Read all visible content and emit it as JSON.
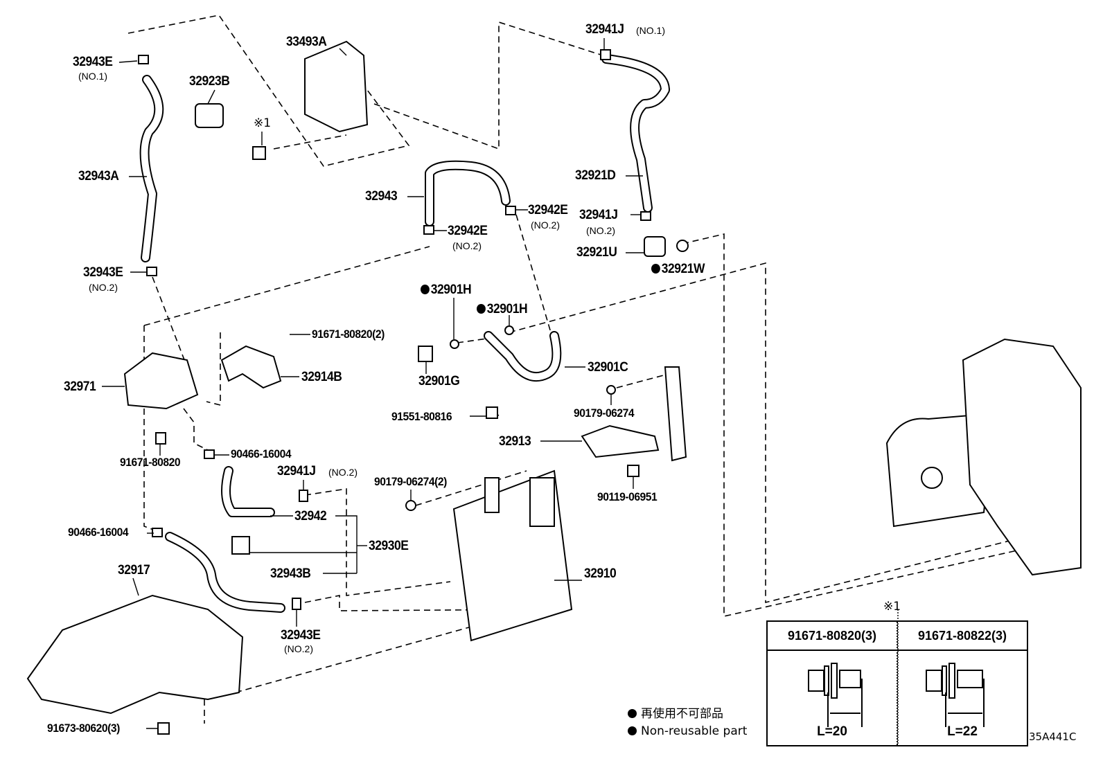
{
  "diagram": {
    "code": "35A441C",
    "labels": [
      {
        "part": "32943E",
        "note": "(NO.1)"
      },
      {
        "part": "33493A"
      },
      {
        "part": "32923B"
      },
      {
        "part": "※1"
      },
      {
        "part": "32941J",
        "note": "(NO.1)"
      },
      {
        "part": "32943A"
      },
      {
        "part": "32921D"
      },
      {
        "part": "32943"
      },
      {
        "part": "32942E",
        "note": "(NO.2)"
      },
      {
        "part": "32941J",
        "note": "(NO.2)"
      },
      {
        "part": "32942E",
        "note": "(NO.2)"
      },
      {
        "part": "32921U"
      },
      {
        "part": "32921W",
        "non_reusable": true
      },
      {
        "part": "32943E",
        "note": "(NO.2)"
      },
      {
        "part": "32901H",
        "non_reusable": true
      },
      {
        "part": "32901H",
        "non_reusable": true
      },
      {
        "part": "91671-80820(2)"
      },
      {
        "part": "32971"
      },
      {
        "part": "32914B"
      },
      {
        "part": "32901C"
      },
      {
        "part": "32901G"
      },
      {
        "part": "90179-06274"
      },
      {
        "part": "91551-80816"
      },
      {
        "part": "32913"
      },
      {
        "part": "90466-16004"
      },
      {
        "part": "91671-80820"
      },
      {
        "part": "32941J",
        "note": "(NO.2)"
      },
      {
        "part": "90179-06274(2)"
      },
      {
        "part": "90119-06951"
      },
      {
        "part": "32942"
      },
      {
        "part": "90466-16004"
      },
      {
        "part": "32930E"
      },
      {
        "part": "32917"
      },
      {
        "part": "32943B"
      },
      {
        "part": "32910"
      },
      {
        "part": "32943E",
        "note": "(NO.2)"
      },
      {
        "part": "91673-80620(3)"
      }
    ],
    "reference_box": {
      "marker": "※1",
      "columns": [
        {
          "part": "91671-80820(3)",
          "length": "L=20"
        },
        {
          "part": "91671-80822(3)",
          "length": "L=22"
        }
      ]
    },
    "legend": {
      "symbol": "filled-circle",
      "japanese": "再使用不可部品",
      "english": "Non-reusable part"
    }
  }
}
